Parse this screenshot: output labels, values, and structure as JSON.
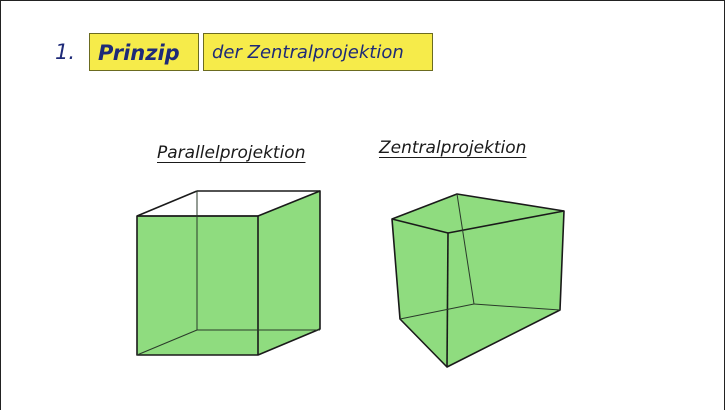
{
  "heading": {
    "number": "1.",
    "part1": "Prinzip",
    "part2": "der Zentralprojektion"
  },
  "diagrams": {
    "left_label": "Parallelprojektion",
    "right_label": "Zentralprojektion"
  },
  "colors": {
    "highlight": "#f6eb4a",
    "cube_fill": "#8fdc7f",
    "ink": "#1e2a78"
  }
}
